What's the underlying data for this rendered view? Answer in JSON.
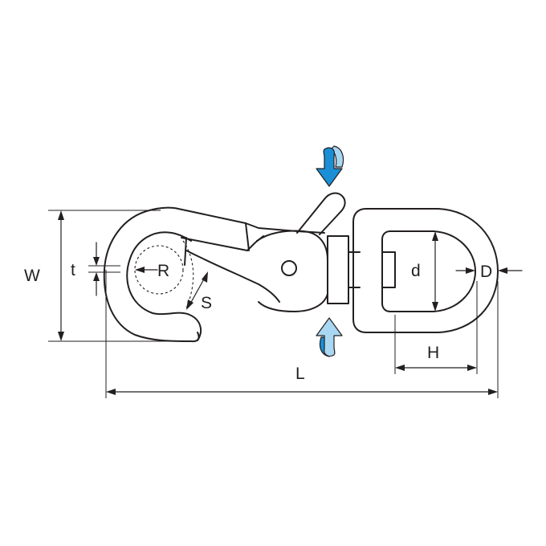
{
  "labels": {
    "W": "W",
    "t": "t",
    "R": "R",
    "S": "S",
    "d": "d",
    "D": "D",
    "H": "H",
    "L": "L"
  },
  "colors": {
    "line": "#231f20",
    "arrow_dark": "#1a8fd6",
    "arrow_light": "#a9d7f2",
    "background": "#ffffff"
  },
  "icons": {
    "gate_press_arrow": "curved-down-arrow-icon",
    "swivel_arrow": "curved-up-arrow-icon"
  }
}
